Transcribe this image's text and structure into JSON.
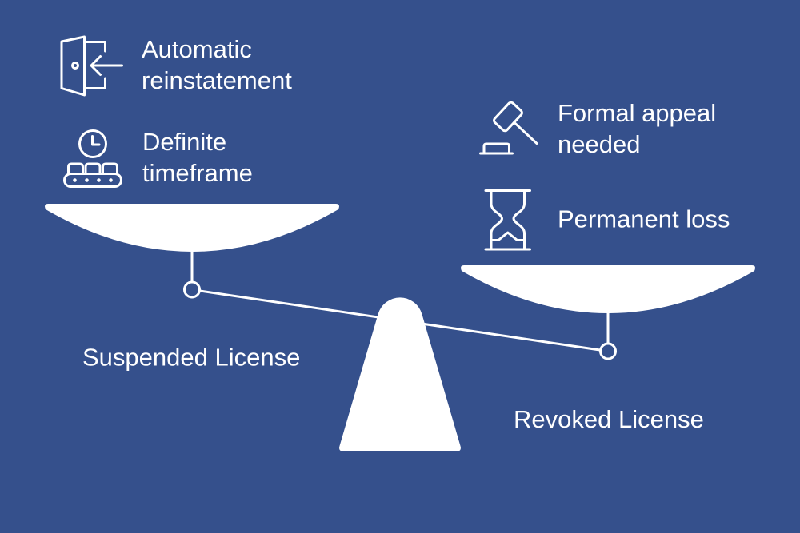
{
  "diagram": {
    "type": "balance-scale comparison",
    "heavier_side": "right",
    "left": {
      "label": "Suspended License",
      "items": [
        {
          "icon": "door-enter-icon",
          "lines": [
            "Automatic",
            "reinstatement"
          ]
        },
        {
          "icon": "clock-conveyor-icon",
          "lines": [
            "Definite",
            "timeframe"
          ]
        }
      ]
    },
    "right": {
      "label": "Revoked License",
      "items": [
        {
          "icon": "gavel-icon",
          "lines": [
            "Formal appeal",
            "needed"
          ]
        },
        {
          "icon": "hourglass-icon",
          "lines": [
            "Permanent loss"
          ]
        }
      ]
    }
  },
  "colors": {
    "background": "#35508C",
    "foreground": "#FFFFFF"
  }
}
